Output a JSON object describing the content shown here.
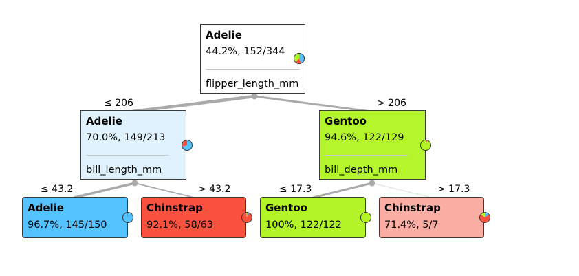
{
  "colors": {
    "adelie": "#55c3ff",
    "chinstrap": "#f9533f",
    "gentoo": "#b2f427",
    "adelie_light": "#dff2fd",
    "gentoo_light": "#b5f52c",
    "chinstrap_light": "#fbaea4",
    "edge": "#aaaaaa",
    "separator": "#c8c8c8"
  },
  "tree": {
    "root": {
      "class": "Adelie",
      "stats": "44.2%, 152/344",
      "split": "flipper_length_mm",
      "pie": [
        152,
        68,
        124
      ]
    },
    "left": {
      "edge_label": "≤ 206",
      "class": "Adelie",
      "stats": "70.0%, 149/213",
      "split": "bill_length_mm",
      "pie": [
        149,
        64,
        0
      ],
      "left": {
        "edge_label": "≤ 43.2",
        "class": "Adelie",
        "stats": "96.7%, 145/150",
        "pie": [
          145,
          5,
          0
        ]
      },
      "right": {
        "edge_label": "> 43.2",
        "class": "Chinstrap",
        "stats": "92.1%, 58/63",
        "pie": [
          4,
          58,
          1
        ]
      }
    },
    "right": {
      "edge_label": "> 206",
      "class": "Gentoo",
      "stats": "94.6%, 122/129",
      "split": "bill_depth_mm",
      "pie": [
        3,
        4,
        122
      ],
      "left": {
        "edge_label": "≤ 17.3",
        "class": "Gentoo",
        "stats": "100%, 122/122",
        "pie": [
          0,
          0,
          122
        ]
      },
      "right": {
        "edge_label": "> 17.3",
        "class": "Chinstrap",
        "stats": "71.4%, 5/7",
        "pie": [
          1,
          5,
          1
        ]
      }
    }
  }
}
